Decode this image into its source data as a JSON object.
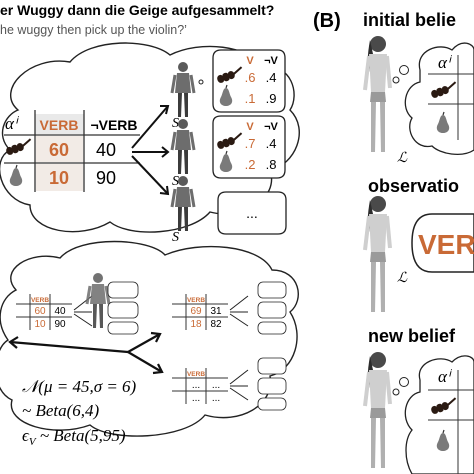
{
  "header": {
    "german": "er Wuggy dann die Geige aufgesammelt?",
    "english": "he wuggy then pick up the violin?’"
  },
  "panel_b": {
    "label": "(B)",
    "initial_belief": "initial belie",
    "observation": "observatio",
    "observed_word": "VERB",
    "new_belief": "new belief",
    "alpha": "αⁱ",
    "listener": "ℒ"
  },
  "table": {
    "alpha": "αⁱ",
    "col_verb": "VERB",
    "col_not_verb": "¬VERB",
    "rows": [
      {
        "object": "violin",
        "verb": "60",
        "not_verb": "40"
      },
      {
        "object": "pear",
        "verb": "10",
        "not_verb": "90"
      }
    ]
  },
  "speakers": [
    {
      "label": "S",
      "v_header": "V",
      "nv_header": "¬V",
      "rows": [
        {
          "v": ".6",
          "nv": ".4"
        },
        {
          "v": ".1",
          "nv": ".9"
        }
      ]
    },
    {
      "label": "S",
      "v_header": "V",
      "nv_header": "¬V",
      "rows": [
        {
          "v": ".7",
          "nv": ".4"
        },
        {
          "v": ".2",
          "nv": ".8"
        }
      ]
    },
    {
      "label": "S",
      "ellipsis": "..."
    }
  ],
  "mini_tables": [
    {
      "col_verb": "VERB",
      "rows": [
        {
          "verb": "60",
          "not_verb": "40"
        },
        {
          "verb": "10",
          "not_verb": "90"
        }
      ]
    },
    {
      "col_verb": "VERB",
      "rows": [
        {
          "verb": "69",
          "not_verb": "31"
        },
        {
          "verb": "18",
          "not_verb": "82"
        }
      ]
    },
    {
      "col_verb": "VERB",
      "rows": [
        {
          "verb": "...",
          "not_verb": "..."
        },
        {
          "verb": "...",
          "not_verb": "..."
        }
      ]
    }
  ],
  "formulas": {
    "f1": "𝒩(μ = 45,σ = 6)",
    "f2": "~ Beta(6,4)",
    "f3": "ϵ",
    "f3_sub": "V",
    "f3_rest": " ~ Beta(5,95)"
  },
  "colors": {
    "accent": "#c96a36",
    "ink": "#111111",
    "cloud": "#ffffff"
  }
}
